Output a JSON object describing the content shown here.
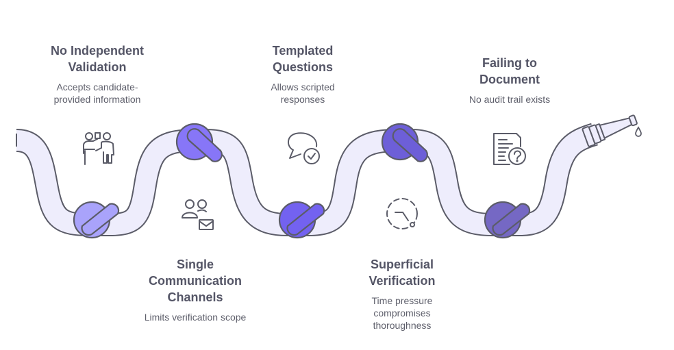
{
  "title": "Candidate verification pitfalls",
  "colors": {
    "hose_fill": "#eeedfc",
    "outline": "#5b5c68",
    "knot1": "#a9a3fb",
    "knot2": "#8776f7",
    "knot3": "#7362f0",
    "knot4": "#6d5fd8",
    "knot5": "#7568c4",
    "text": "#545566"
  },
  "items": [
    {
      "title_lines": [
        "No Independent",
        "Validation"
      ],
      "desc_lines": [
        "Accepts candidate-",
        "provided information"
      ],
      "icon": "presenter-icon"
    },
    {
      "title_lines": [
        "Single",
        "Communication",
        "Channels"
      ],
      "desc_lines": [
        "Limits verification scope"
      ],
      "icon": "users-mail-icon"
    },
    {
      "title_lines": [
        "Templated",
        "Questions"
      ],
      "desc_lines": [
        "Allows scripted",
        "responses"
      ],
      "icon": "chat-check-icon"
    },
    {
      "title_lines": [
        "Superficial",
        "Verification"
      ],
      "desc_lines": [
        "Time pressure",
        "compromises",
        "thoroughness"
      ],
      "icon": "dashed-clock-icon"
    },
    {
      "title_lines": [
        "Failing to",
        "Document"
      ],
      "desc_lines": [
        "No audit trail exists"
      ],
      "icon": "document-question-icon"
    }
  ]
}
